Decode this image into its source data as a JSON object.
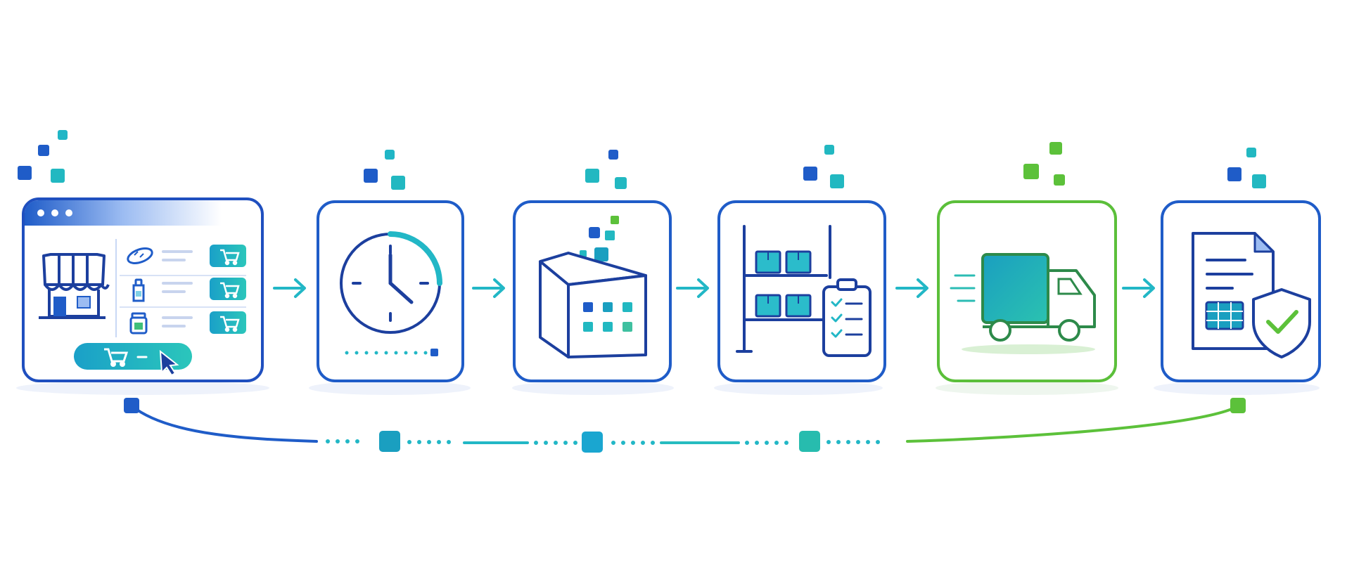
{
  "colors": {
    "primary_blue": "#1f5cc8",
    "dark_blue": "#1c3f9e",
    "teal": "#1ab3b8",
    "teal_light": "#27c2c4",
    "green": "#5bbf3a",
    "dark_green": "#2d8a4a",
    "light_blue_fill": "#e8f0ff",
    "shadow": "#e6ecf8"
  },
  "steps": [
    {
      "id": "online-store",
      "icon": "online-store-icon",
      "accent": "blue"
    },
    {
      "id": "waiting-time",
      "icon": "clock-icon",
      "accent": "blue"
    },
    {
      "id": "packing",
      "icon": "box-icon",
      "accent": "blue"
    },
    {
      "id": "warehouse",
      "icon": "warehouse-shelf-icon",
      "accent": "blue"
    },
    {
      "id": "delivery",
      "icon": "delivery-truck-icon",
      "accent": "green"
    },
    {
      "id": "secure-invoice",
      "icon": "secure-document-icon",
      "accent": "blue"
    }
  ],
  "connectors": [
    "arrow-right-icon",
    "arrow-right-icon",
    "arrow-right-icon",
    "arrow-right-icon",
    "arrow-right-icon"
  ],
  "timeline": {
    "start_node": "timeline-start-node",
    "end_node": "timeline-end-node",
    "milestones": 3
  }
}
